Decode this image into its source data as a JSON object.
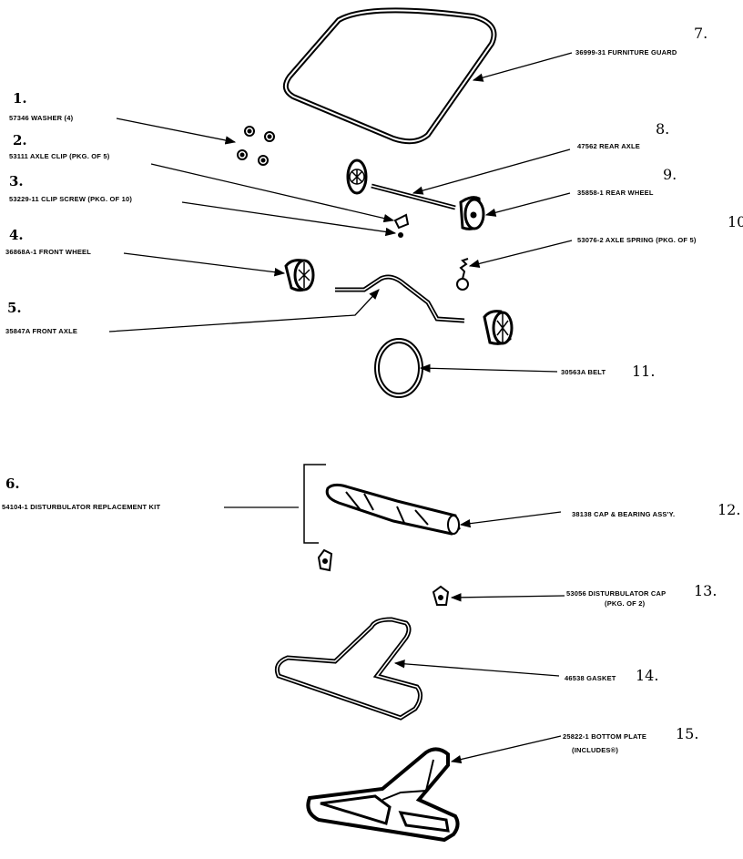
{
  "parts": [
    {
      "key": "washer",
      "number": "1.",
      "label": "57346 WASHER (4)"
    },
    {
      "key": "axle-clip",
      "number": "2.",
      "label": "53111 AXLE CLIP (PKG. OF 5)"
    },
    {
      "key": "clip-screw",
      "number": "3.",
      "label": "53229-11 CLIP SCREW (PKG. OF 10)"
    },
    {
      "key": "front-wheel",
      "number": "4.",
      "label": "36868A-1 FRONT WHEEL"
    },
    {
      "key": "front-axle",
      "number": "5.",
      "label": "35847A FRONT AXLE"
    },
    {
      "key": "disturbulator-kit",
      "number": "6.",
      "label": "54104-1 DISTURBULATOR REPLACEMENT KIT"
    },
    {
      "key": "furniture-guard",
      "number": "7.",
      "label": "36999-31 FURNITURE GUARD"
    },
    {
      "key": "rear-axle",
      "number": "8.",
      "label": "47562 REAR AXLE"
    },
    {
      "key": "rear-wheel",
      "number": "9.",
      "label": "35858-1 REAR WHEEL"
    },
    {
      "key": "axle-spring",
      "number": "10",
      "label": "53076-2 AXLE SPRING (PKG. OF 5)"
    },
    {
      "key": "belt",
      "number": "11.",
      "label": "30563A BELT"
    },
    {
      "key": "cap-bearing",
      "number": "12.",
      "label": "38138 CAP & BEARING ASS'Y."
    },
    {
      "key": "disturbulator-cap",
      "number": "13.",
      "label": "53056 DISTURBULATOR CAP",
      "sublabel": "(PKG. OF 2)"
    },
    {
      "key": "gasket",
      "number": "14.",
      "label": "46538 GASKET"
    },
    {
      "key": "bottom-plate",
      "number": "15.",
      "label": "25822-1 BOTTOM PLATE",
      "sublabel": "(INCLUDES®)"
    }
  ]
}
